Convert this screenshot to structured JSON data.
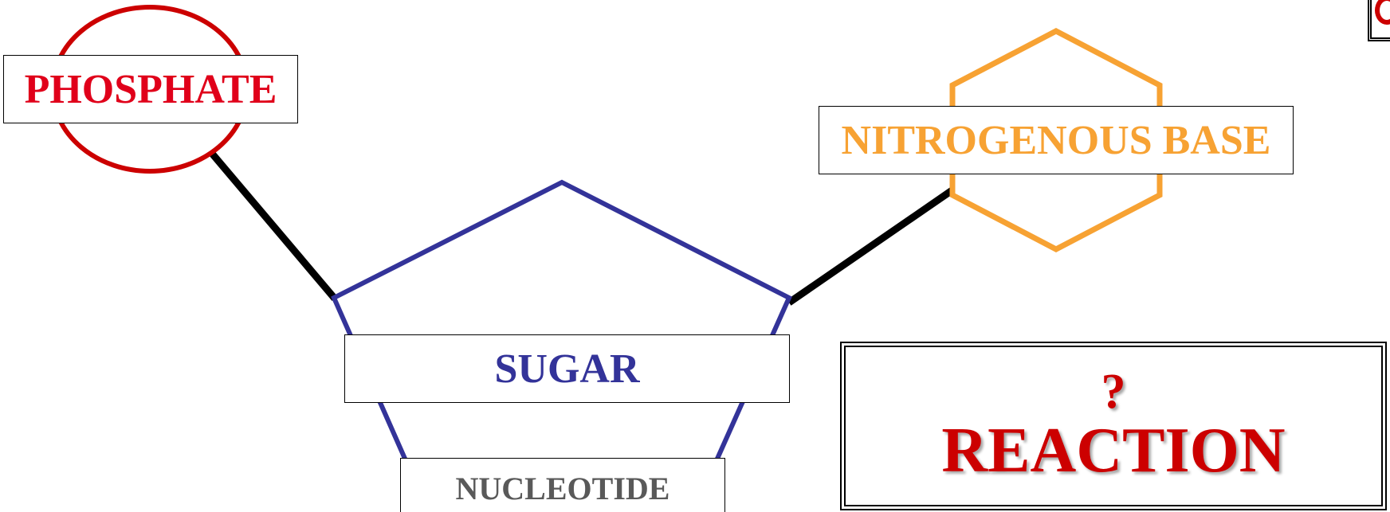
{
  "labels": {
    "phosphate": "PHOSPHATE",
    "nitrogenous_base": "NITROGENOUS BASE",
    "sugar": "SUGAR",
    "nucleotide": "NUCLEOTIDE",
    "reaction_mark": "?",
    "reaction": "REACTION"
  },
  "colors": {
    "phosphate": "#e0001a",
    "phosphate_shape": "#cc0000",
    "nitrogenous_base": "#f7a233",
    "sugar": "#333399",
    "nucleotide": "#595959",
    "reaction": "#cc0000",
    "bond": "#000000"
  }
}
